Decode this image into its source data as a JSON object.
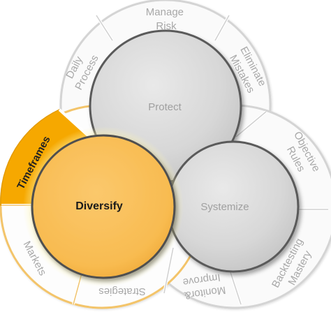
{
  "diagram": {
    "protect": {
      "label": "Protect",
      "segments": [
        {
          "line1": "Manage",
          "line2": "Risk"
        },
        {
          "line1": "Eliminate",
          "line2": "Mistakes"
        },
        {
          "line1": "Daily",
          "line2": "Process"
        }
      ]
    },
    "systemize": {
      "label": "Systemize",
      "segments": [
        {
          "line1": "Objective",
          "line2": "Rules"
        },
        {
          "line1": "Backtesting",
          "line2": "Mastery"
        },
        {
          "line1": "Monitor&",
          "line2": "Improve"
        }
      ]
    },
    "diversify": {
      "label": "Diversify",
      "segments": [
        {
          "line1": "Timeframes",
          "line2": ""
        },
        {
          "line1": "Markets",
          "line2": ""
        },
        {
          "line1": "Strategies",
          "line2": ""
        }
      ]
    },
    "colors": {
      "highlight": "#f6a800",
      "diversify_fill": "#f9c060",
      "ring_stroke": "#d6d6d6",
      "gray_fill": "#d9d9d9"
    }
  }
}
